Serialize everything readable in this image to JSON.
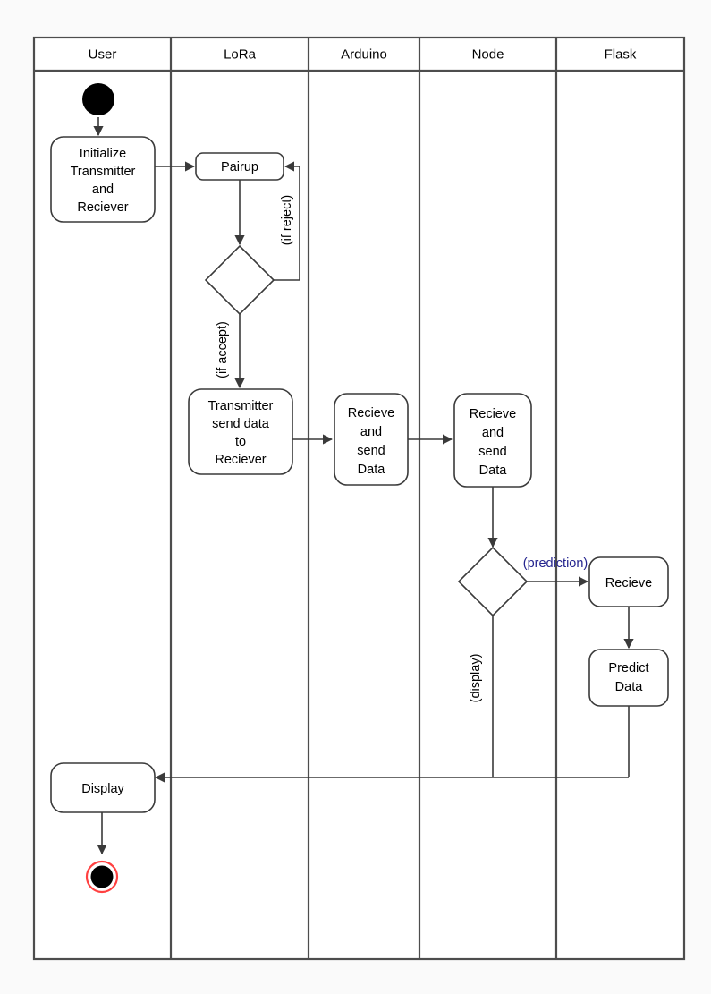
{
  "diagram": {
    "kind": "uml-activity-swimlane",
    "background_color": "#fafafa",
    "canvas_color": "#ffffff",
    "line_color": "#3a3a3a",
    "frame_color": "#4d4d4d",
    "accent_color": "#23238e",
    "end_ring_color": "#ff4040",
    "lanes": [
      {
        "id": "user",
        "label": "User"
      },
      {
        "id": "lora",
        "label": "LoRa"
      },
      {
        "id": "arduino",
        "label": "Arduino"
      },
      {
        "id": "node",
        "label": "Node"
      },
      {
        "id": "flask",
        "label": "Flask"
      }
    ],
    "nodes": {
      "start": {
        "type": "initial-node",
        "lane": "user"
      },
      "initialize": {
        "type": "action",
        "lane": "user",
        "lines": [
          "Initialize",
          "Transmitter",
          "and",
          "Reciever"
        ]
      },
      "pairup": {
        "type": "action",
        "lane": "lora",
        "lines": [
          "Pairup"
        ]
      },
      "pair_decision": {
        "type": "decision",
        "lane": "lora",
        "label": ""
      },
      "transmitter_send": {
        "type": "action",
        "lane": "lora",
        "lines": [
          "Transmitter",
          "send data",
          "to",
          "Reciever"
        ]
      },
      "arduino_relay": {
        "type": "action",
        "lane": "arduino",
        "lines": [
          "Recieve",
          "and",
          "send",
          "Data"
        ]
      },
      "node_relay": {
        "type": "action",
        "lane": "node",
        "lines": [
          "Recieve",
          "and",
          "send",
          "Data"
        ]
      },
      "node_decision": {
        "type": "decision",
        "lane": "node",
        "label": ""
      },
      "flask_recieve": {
        "type": "action",
        "lane": "flask",
        "lines": [
          "Recieve"
        ]
      },
      "predict_data": {
        "type": "action",
        "lane": "flask",
        "lines": [
          "Predict",
          "Data"
        ]
      },
      "display": {
        "type": "action",
        "lane": "user",
        "lines": [
          "Display"
        ]
      },
      "end": {
        "type": "final-node",
        "lane": "user"
      }
    },
    "edge_labels": {
      "if_reject": {
        "text": "(if reject)",
        "color": "#000000",
        "orientation": "vertical"
      },
      "if_accept": {
        "text": "(if accept)",
        "color": "#000000",
        "orientation": "vertical"
      },
      "prediction": {
        "text": "(prediction)",
        "color": "#23238e",
        "orientation": "horizontal"
      },
      "display_branch": {
        "text": "(display)",
        "color": "#000000",
        "orientation": "vertical"
      }
    }
  }
}
